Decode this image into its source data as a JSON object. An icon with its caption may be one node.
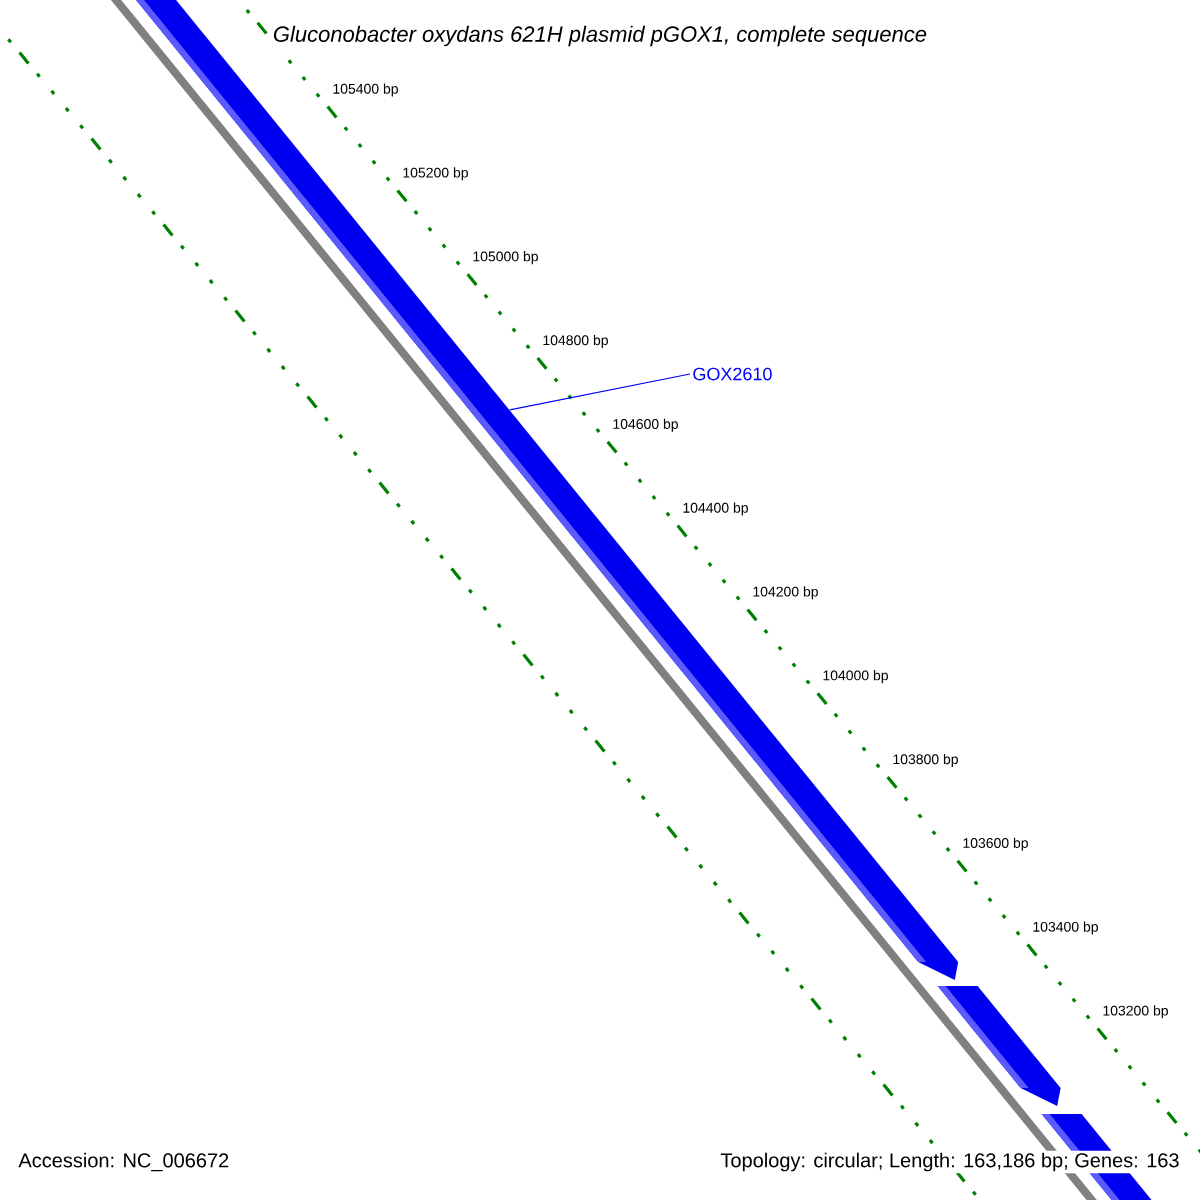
{
  "diagram": {
    "title": "Gluconobacter oxydans 621H plasmid pGOX1, complete sequence",
    "nodes": [
      {
        "text": [
          "GOX2610"
        ]
      },
      {
        "text": [],
        "shape": "arrow"
      }
    ],
    "edges": [
      {
        "from": 0,
        "to": 1,
        "arrow": "none"
      }
    ],
    "labels": [
      "105400 bp",
      "105200 bp",
      "105000 bp",
      "104800 bp",
      "104600 bp",
      "104400 bp",
      "104200 bp",
      "104000 bp",
      "103800 bp",
      "103600 bp",
      "103400 bp",
      "103200 bp",
      "Accession: NC_006672",
      "Topology: circular; Length: 163,186 bp; Genes: 163"
    ]
  }
}
